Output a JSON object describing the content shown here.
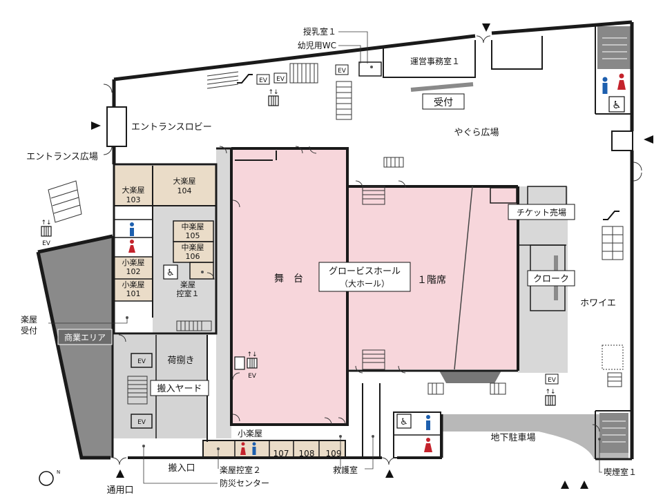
{
  "colors": {
    "background": "#ffffff",
    "wall": "#1a1a1a",
    "hall_pink": "#f7d6db",
    "room_tan": "#eadcc8",
    "service_grey": "#d4d4d4",
    "commercial_grey": "#8a8a8a",
    "stair_grey": "#9a9a9a",
    "female_red": "#c4232c",
    "male_blue": "#1d5fae"
  },
  "labels": {
    "nursing_room": "授乳室１",
    "kids_wc": "幼児用WC",
    "operations_office": "運営事務室１",
    "reception": "受付",
    "entrance_lobby": "エントランスロビー",
    "yagura_plaza": "やぐら広場",
    "entrance_plaza": "エントランス広場",
    "large_dressing_103": "大楽屋\n103",
    "large_dressing_104": "大楽屋\n104",
    "mid_dressing_105": "中楽屋\n105",
    "mid_dressing_106": "中楽屋\n106",
    "small_dressing_102": "小楽屋\n102",
    "small_dressing_101": "小楽屋\n101",
    "dressing_waiting_1": "楽屋\n控室１",
    "stage": "舞　台",
    "hall_name_line1": "グロービスホール",
    "hall_name_line2": "（大ホール）",
    "first_floor_seats": "１階席",
    "ticket_counter": "チケット売場",
    "cloak": "クローク",
    "foyer": "ホワイエ",
    "dressing_reception": "楽屋\n受付",
    "commercial_area": "商業エリア",
    "unloading": "荷捌き",
    "loading_yard": "搬入ヤード",
    "small_dressing_label": "小楽屋",
    "room_107": "107",
    "room_108": "108",
    "room_109": "109",
    "first_aid": "救護室",
    "underground_parking": "地下駐車場",
    "smoking_room": "喫煙室１",
    "loading_entrance": "搬入口",
    "dressing_waiting_2": "楽屋控室２",
    "disaster_center": "防災センター",
    "service_entrance": "通用口",
    "ev": "EV",
    "north_mark": "N"
  }
}
